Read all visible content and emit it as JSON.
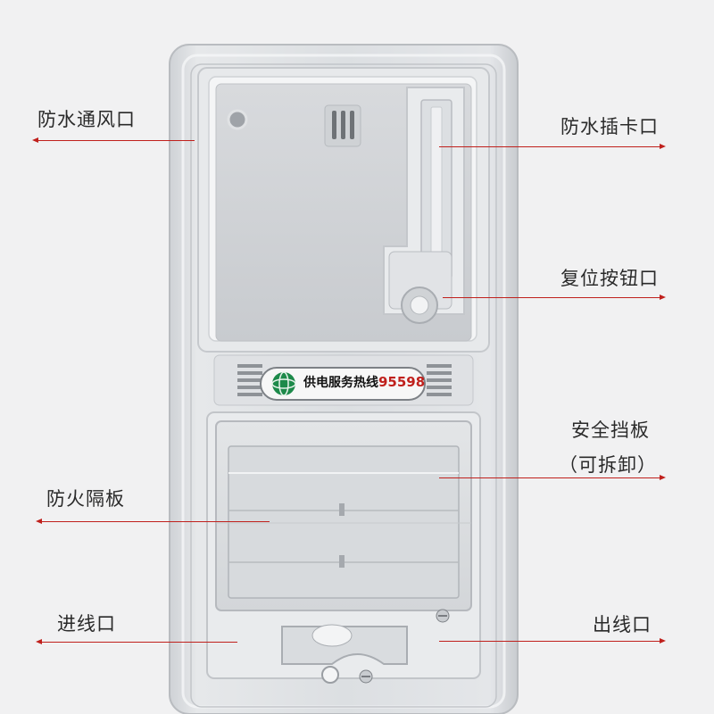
{
  "colors": {
    "arrow": "#c0201c",
    "label_text": "#2a2a2a",
    "hotline_number": "#c0201c"
  },
  "product": {
    "sticker_text": "供电服务热线",
    "sticker_number": "95598",
    "sticker_icon": "state-grid-logo-icon"
  },
  "callouts": {
    "waterproof_vent": "防水通风口",
    "waterproof_card_slot": "防水插卡口",
    "reset_button_port": "复位按钮口",
    "safety_baffle": "安全挡板",
    "safety_baffle_note": "（可拆卸）",
    "fire_partition": "防火隔板",
    "wire_inlet": "进线口",
    "wire_outlet": "出线口"
  }
}
